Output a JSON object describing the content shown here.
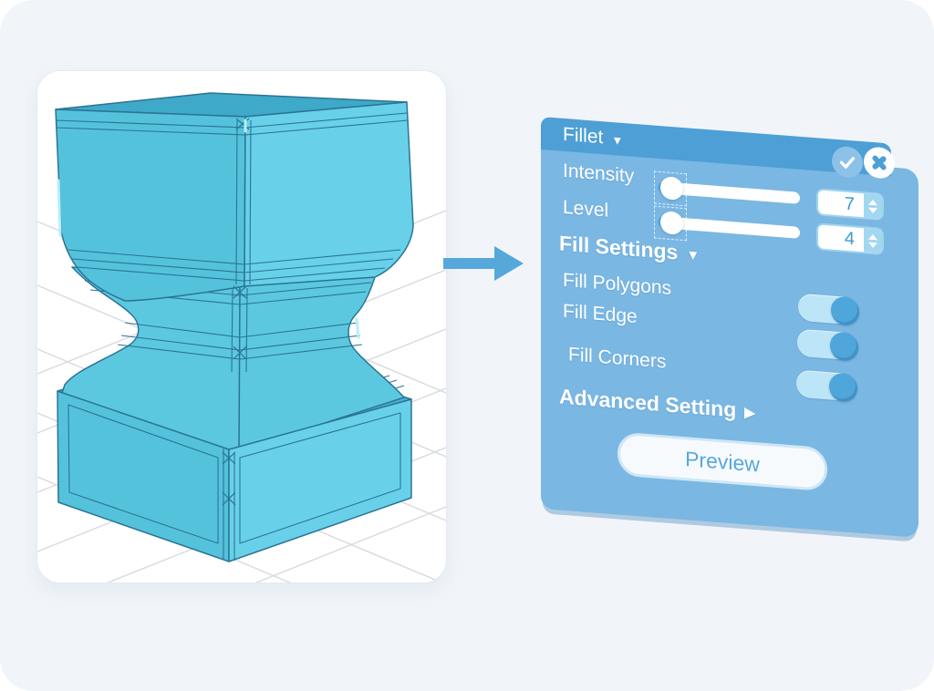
{
  "colors": {
    "page_bg": "#f1f5f9",
    "card_bg": "#ffffff",
    "arrow": "#56a8db",
    "panel_header": "#4d9fd6",
    "panel_body": "#7ab7e3",
    "accent_blue": "#3f9bd6",
    "toggle_track": "#bce5f7",
    "toggle_knob": "#4fa6da",
    "model_fill": "#5cc8e0",
    "model_edge": "#2a7495",
    "grid_line": "#d7dadd"
  },
  "scene": {
    "name": "3d-wireframe-pedestal-on-grid"
  },
  "panel": {
    "title": "Fillet",
    "title_caret": "▼",
    "sliders": [
      {
        "label": "Intensity",
        "value": "7"
      },
      {
        "label": "Level",
        "value": "4"
      }
    ],
    "fill_settings_heading": "Fill Settings",
    "fill_settings_caret": "▼",
    "toggles": [
      {
        "label": "Fill Polygons",
        "state": "on"
      },
      {
        "label": "Fill Edge",
        "state": "on"
      },
      {
        "label": "Fill Corners",
        "state": "on"
      }
    ],
    "advanced_heading": "Advanced Setting",
    "advanced_caret": "▶",
    "preview_label": "Preview"
  }
}
